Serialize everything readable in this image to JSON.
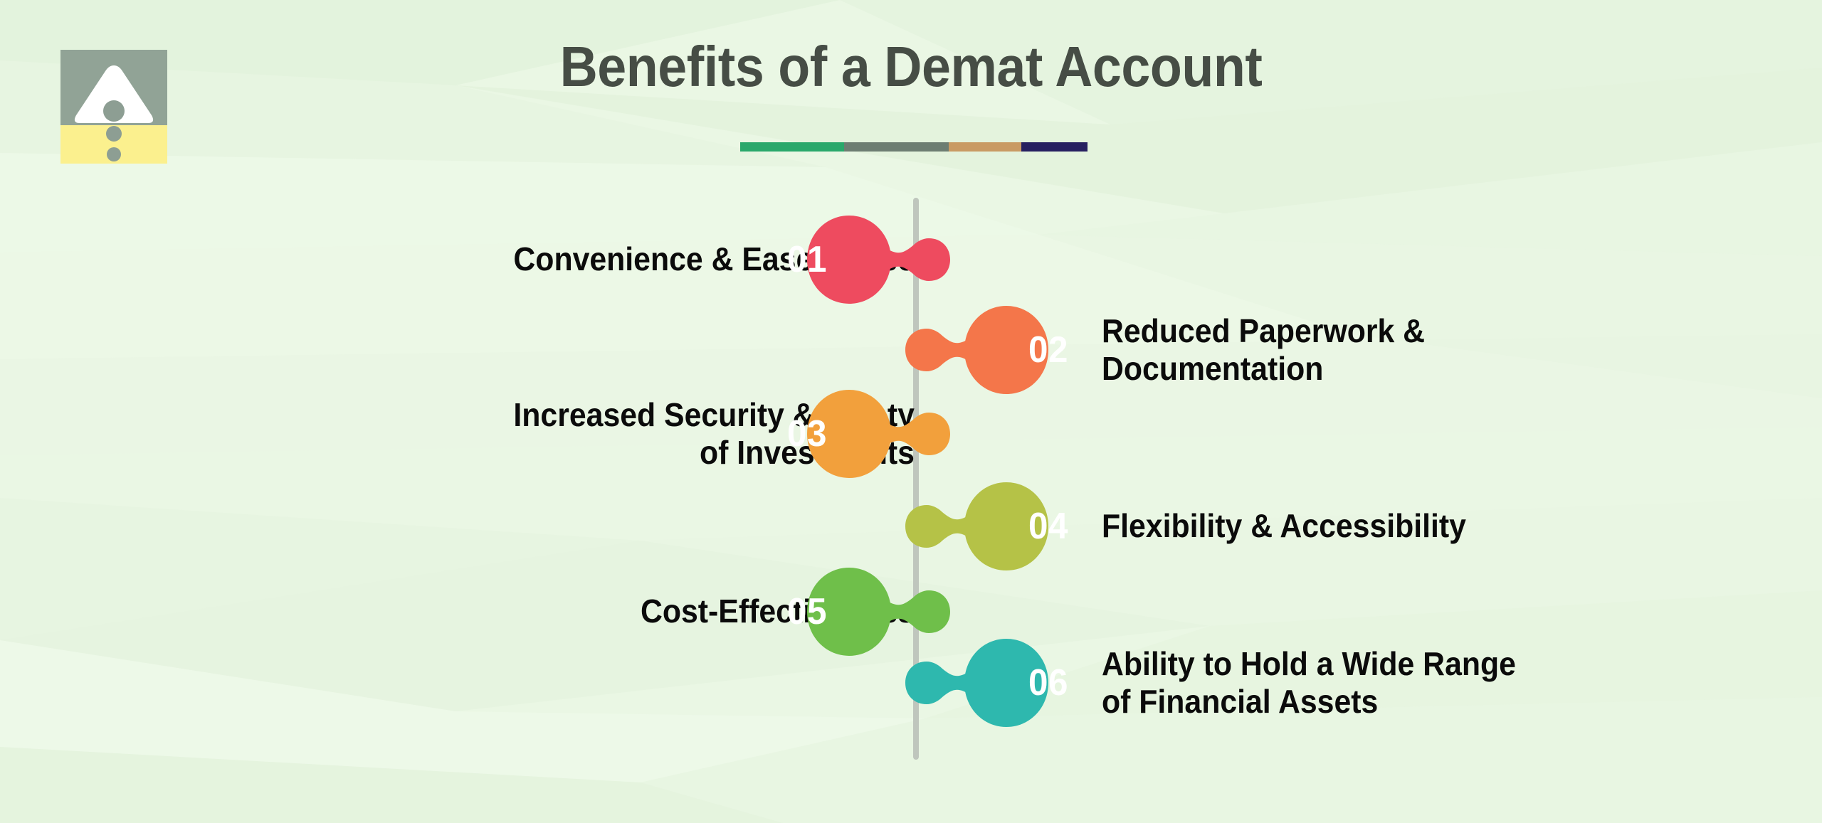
{
  "page": {
    "title": "Benefits of a Demat Account",
    "background_color": "#eaf7e4",
    "title_color": "#464d45",
    "timeline_color": "#bfc6bd"
  },
  "logo": {
    "name": "brand-logo",
    "shape": "triangle-with-dot",
    "square_color": "#91a396",
    "band_color": "#fbf08e",
    "mark_color": "#ffffff",
    "dot_color": "#8d9e93"
  },
  "divider": {
    "segments": [
      {
        "name": "segment-green",
        "color": "#2aa86b",
        "width_pct": 30
      },
      {
        "name": "segment-gray",
        "color": "#6d7d72",
        "width_pct": 30
      },
      {
        "name": "segment-tan",
        "color": "#c99a63",
        "width_pct": 21
      },
      {
        "name": "segment-navy",
        "color": "#272060",
        "width_pct": 19
      }
    ]
  },
  "chart_data": {
    "type": "table",
    "title": "Benefits of a Demat Account",
    "xlabel": "",
    "ylabel": "",
    "categories": [
      "01",
      "02",
      "03",
      "04",
      "05",
      "06"
    ],
    "values": [
      1,
      2,
      3,
      4,
      5,
      6
    ],
    "legend_position": "none",
    "grid": false,
    "annotations": [
      "Convenience & Ease of Use",
      "Reduced Paperwork & Documentation",
      "Increased Security & Safety of Investments",
      "Flexibility & Accessibility",
      "Cost-Effectiveness",
      "Ability to Hold a Wide Range of Financial Assets"
    ]
  },
  "items": [
    {
      "number": "01",
      "label_line1": "Convenience & Ease of Use",
      "label_line2": "",
      "side": "left",
      "color": "#ee4b5f"
    },
    {
      "number": "02",
      "label_line1": "Reduced Paperwork &",
      "label_line2": "Documentation",
      "side": "right",
      "color": "#f4764a"
    },
    {
      "number": "03",
      "label_line1": "Increased Security & Safety",
      "label_line2": "of Investments",
      "side": "left",
      "color": "#f2a03c"
    },
    {
      "number": "04",
      "label_line1": "Flexibility & Accessibility",
      "label_line2": "",
      "side": "right",
      "color": "#b5c247"
    },
    {
      "number": "05",
      "label_line1": "Cost-Effectiveness",
      "label_line2": "",
      "side": "left",
      "color": "#6fbf4a"
    },
    {
      "number": "06",
      "label_line1": "Ability to Hold a Wide Range",
      "label_line2": "of Financial Assets",
      "side": "right",
      "color": "#2eb8ae"
    }
  ]
}
